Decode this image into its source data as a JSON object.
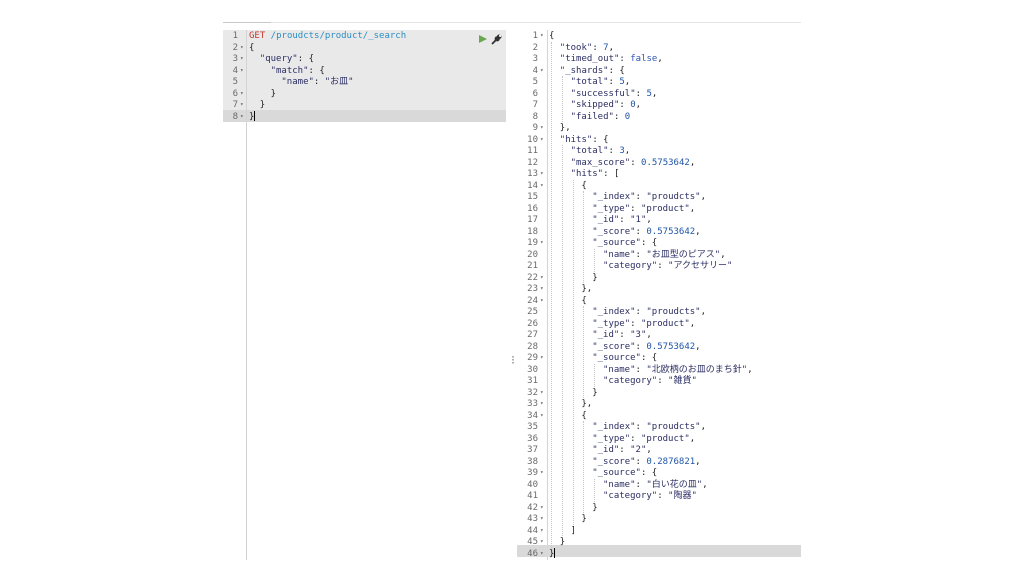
{
  "request": {
    "method": "GET",
    "path": " /proudcts/product/_search",
    "lines": [
      {
        "n": "1",
        "fold": false,
        "indent": 0,
        "parts": [
          [
            "kw-get",
            "GET"
          ],
          [
            "url",
            " /proudcts/product/_search"
          ]
        ]
      },
      {
        "n": "2",
        "fold": true,
        "indent": 0,
        "parts": [
          [
            "punct",
            "{"
          ]
        ]
      },
      {
        "n": "3",
        "fold": true,
        "indent": 1,
        "parts": [
          [
            "key",
            "\"query\""
          ],
          [
            "punct",
            ": {"
          ]
        ]
      },
      {
        "n": "4",
        "fold": true,
        "indent": 2,
        "parts": [
          [
            "key",
            "\"match\""
          ],
          [
            "punct",
            ": {"
          ]
        ]
      },
      {
        "n": "5",
        "fold": false,
        "indent": 3,
        "parts": [
          [
            "key",
            "\"name\""
          ],
          [
            "punct",
            ": "
          ],
          [
            "str",
            "\"お皿\""
          ]
        ]
      },
      {
        "n": "6",
        "fold": true,
        "indent": 2,
        "parts": [
          [
            "punct",
            "}"
          ]
        ]
      },
      {
        "n": "7",
        "fold": true,
        "indent": 1,
        "parts": [
          [
            "punct",
            "}"
          ]
        ]
      },
      {
        "n": "8",
        "fold": true,
        "indent": 0,
        "parts": [
          [
            "punct",
            "}"
          ]
        ],
        "cursor": true
      }
    ]
  },
  "response": {
    "lines": [
      {
        "n": "1",
        "fold": true,
        "indent": 0,
        "parts": [
          [
            "punct",
            "{"
          ]
        ]
      },
      {
        "n": "2",
        "fold": false,
        "indent": 1,
        "parts": [
          [
            "key",
            "\"took\""
          ],
          [
            "punct",
            ": "
          ],
          [
            "num",
            "7"
          ],
          [
            "punct",
            ","
          ]
        ]
      },
      {
        "n": "3",
        "fold": false,
        "indent": 1,
        "parts": [
          [
            "key",
            "\"timed_out\""
          ],
          [
            "punct",
            ": "
          ],
          [
            "bool",
            "false"
          ],
          [
            "punct",
            ","
          ]
        ]
      },
      {
        "n": "4",
        "fold": true,
        "indent": 1,
        "parts": [
          [
            "key",
            "\"_shards\""
          ],
          [
            "punct",
            ": {"
          ]
        ]
      },
      {
        "n": "5",
        "fold": false,
        "indent": 2,
        "parts": [
          [
            "key",
            "\"total\""
          ],
          [
            "punct",
            ": "
          ],
          [
            "num",
            "5"
          ],
          [
            "punct",
            ","
          ]
        ]
      },
      {
        "n": "6",
        "fold": false,
        "indent": 2,
        "parts": [
          [
            "key",
            "\"successful\""
          ],
          [
            "punct",
            ": "
          ],
          [
            "num",
            "5"
          ],
          [
            "punct",
            ","
          ]
        ]
      },
      {
        "n": "7",
        "fold": false,
        "indent": 2,
        "parts": [
          [
            "key",
            "\"skipped\""
          ],
          [
            "punct",
            ": "
          ],
          [
            "num",
            "0"
          ],
          [
            "punct",
            ","
          ]
        ]
      },
      {
        "n": "8",
        "fold": false,
        "indent": 2,
        "parts": [
          [
            "key",
            "\"failed\""
          ],
          [
            "punct",
            ": "
          ],
          [
            "num",
            "0"
          ]
        ]
      },
      {
        "n": "9",
        "fold": true,
        "indent": 1,
        "parts": [
          [
            "punct",
            "},"
          ]
        ]
      },
      {
        "n": "10",
        "fold": true,
        "indent": 1,
        "parts": [
          [
            "key",
            "\"hits\""
          ],
          [
            "punct",
            ": {"
          ]
        ]
      },
      {
        "n": "11",
        "fold": false,
        "indent": 2,
        "parts": [
          [
            "key",
            "\"total\""
          ],
          [
            "punct",
            ": "
          ],
          [
            "num",
            "3"
          ],
          [
            "punct",
            ","
          ]
        ]
      },
      {
        "n": "12",
        "fold": false,
        "indent": 2,
        "parts": [
          [
            "key",
            "\"max_score\""
          ],
          [
            "punct",
            ": "
          ],
          [
            "num",
            "0.5753642"
          ],
          [
            "punct",
            ","
          ]
        ]
      },
      {
        "n": "13",
        "fold": true,
        "indent": 2,
        "parts": [
          [
            "key",
            "\"hits\""
          ],
          [
            "punct",
            ": ["
          ]
        ]
      },
      {
        "n": "14",
        "fold": true,
        "indent": 3,
        "parts": [
          [
            "punct",
            "{"
          ]
        ]
      },
      {
        "n": "15",
        "fold": false,
        "indent": 4,
        "parts": [
          [
            "key",
            "\"_index\""
          ],
          [
            "punct",
            ": "
          ],
          [
            "str",
            "\"proudcts\""
          ],
          [
            "punct",
            ","
          ]
        ]
      },
      {
        "n": "16",
        "fold": false,
        "indent": 4,
        "parts": [
          [
            "key",
            "\"_type\""
          ],
          [
            "punct",
            ": "
          ],
          [
            "str",
            "\"product\""
          ],
          [
            "punct",
            ","
          ]
        ]
      },
      {
        "n": "17",
        "fold": false,
        "indent": 4,
        "parts": [
          [
            "key",
            "\"_id\""
          ],
          [
            "punct",
            ": "
          ],
          [
            "str",
            "\"1\""
          ],
          [
            "punct",
            ","
          ]
        ]
      },
      {
        "n": "18",
        "fold": false,
        "indent": 4,
        "parts": [
          [
            "key",
            "\"_score\""
          ],
          [
            "punct",
            ": "
          ],
          [
            "num",
            "0.5753642"
          ],
          [
            "punct",
            ","
          ]
        ]
      },
      {
        "n": "19",
        "fold": true,
        "indent": 4,
        "parts": [
          [
            "key",
            "\"_source\""
          ],
          [
            "punct",
            ": {"
          ]
        ]
      },
      {
        "n": "20",
        "fold": false,
        "indent": 5,
        "parts": [
          [
            "key",
            "\"name\""
          ],
          [
            "punct",
            ": "
          ],
          [
            "str",
            "\"お皿型のピアス\""
          ],
          [
            "punct",
            ","
          ]
        ]
      },
      {
        "n": "21",
        "fold": false,
        "indent": 5,
        "parts": [
          [
            "key",
            "\"category\""
          ],
          [
            "punct",
            ": "
          ],
          [
            "str",
            "\"アクセサリー\""
          ]
        ]
      },
      {
        "n": "22",
        "fold": true,
        "indent": 4,
        "parts": [
          [
            "punct",
            "}"
          ]
        ]
      },
      {
        "n": "23",
        "fold": true,
        "indent": 3,
        "parts": [
          [
            "punct",
            "},"
          ]
        ]
      },
      {
        "n": "24",
        "fold": true,
        "indent": 3,
        "parts": [
          [
            "punct",
            "{"
          ]
        ]
      },
      {
        "n": "25",
        "fold": false,
        "indent": 4,
        "parts": [
          [
            "key",
            "\"_index\""
          ],
          [
            "punct",
            ": "
          ],
          [
            "str",
            "\"proudcts\""
          ],
          [
            "punct",
            ","
          ]
        ]
      },
      {
        "n": "26",
        "fold": false,
        "indent": 4,
        "parts": [
          [
            "key",
            "\"_type\""
          ],
          [
            "punct",
            ": "
          ],
          [
            "str",
            "\"product\""
          ],
          [
            "punct",
            ","
          ]
        ]
      },
      {
        "n": "27",
        "fold": false,
        "indent": 4,
        "parts": [
          [
            "key",
            "\"_id\""
          ],
          [
            "punct",
            ": "
          ],
          [
            "str",
            "\"3\""
          ],
          [
            "punct",
            ","
          ]
        ]
      },
      {
        "n": "28",
        "fold": false,
        "indent": 4,
        "parts": [
          [
            "key",
            "\"_score\""
          ],
          [
            "punct",
            ": "
          ],
          [
            "num",
            "0.5753642"
          ],
          [
            "punct",
            ","
          ]
        ]
      },
      {
        "n": "29",
        "fold": true,
        "indent": 4,
        "parts": [
          [
            "key",
            "\"_source\""
          ],
          [
            "punct",
            ": {"
          ]
        ]
      },
      {
        "n": "30",
        "fold": false,
        "indent": 5,
        "parts": [
          [
            "key",
            "\"name\""
          ],
          [
            "punct",
            ": "
          ],
          [
            "str",
            "\"北欧柄のお皿のまち針\""
          ],
          [
            "punct",
            ","
          ]
        ]
      },
      {
        "n": "31",
        "fold": false,
        "indent": 5,
        "parts": [
          [
            "key",
            "\"category\""
          ],
          [
            "punct",
            ": "
          ],
          [
            "str",
            "\"雑貨\""
          ]
        ]
      },
      {
        "n": "32",
        "fold": true,
        "indent": 4,
        "parts": [
          [
            "punct",
            "}"
          ]
        ]
      },
      {
        "n": "33",
        "fold": true,
        "indent": 3,
        "parts": [
          [
            "punct",
            "},"
          ]
        ]
      },
      {
        "n": "34",
        "fold": true,
        "indent": 3,
        "parts": [
          [
            "punct",
            "{"
          ]
        ]
      },
      {
        "n": "35",
        "fold": false,
        "indent": 4,
        "parts": [
          [
            "key",
            "\"_index\""
          ],
          [
            "punct",
            ": "
          ],
          [
            "str",
            "\"proudcts\""
          ],
          [
            "punct",
            ","
          ]
        ]
      },
      {
        "n": "36",
        "fold": false,
        "indent": 4,
        "parts": [
          [
            "key",
            "\"_type\""
          ],
          [
            "punct",
            ": "
          ],
          [
            "str",
            "\"product\""
          ],
          [
            "punct",
            ","
          ]
        ]
      },
      {
        "n": "37",
        "fold": false,
        "indent": 4,
        "parts": [
          [
            "key",
            "\"_id\""
          ],
          [
            "punct",
            ": "
          ],
          [
            "str",
            "\"2\""
          ],
          [
            "punct",
            ","
          ]
        ]
      },
      {
        "n": "38",
        "fold": false,
        "indent": 4,
        "parts": [
          [
            "key",
            "\"_score\""
          ],
          [
            "punct",
            ": "
          ],
          [
            "num",
            "0.2876821"
          ],
          [
            "punct",
            ","
          ]
        ]
      },
      {
        "n": "39",
        "fold": true,
        "indent": 4,
        "parts": [
          [
            "key",
            "\"_source\""
          ],
          [
            "punct",
            ": {"
          ]
        ]
      },
      {
        "n": "40",
        "fold": false,
        "indent": 5,
        "parts": [
          [
            "key",
            "\"name\""
          ],
          [
            "punct",
            ": "
          ],
          [
            "str",
            "\"白い花の皿\""
          ],
          [
            "punct",
            ","
          ]
        ]
      },
      {
        "n": "41",
        "fold": false,
        "indent": 5,
        "parts": [
          [
            "key",
            "\"category\""
          ],
          [
            "punct",
            ": "
          ],
          [
            "str",
            "\"陶器\""
          ]
        ]
      },
      {
        "n": "42",
        "fold": true,
        "indent": 4,
        "parts": [
          [
            "punct",
            "}"
          ]
        ]
      },
      {
        "n": "43",
        "fold": true,
        "indent": 3,
        "parts": [
          [
            "punct",
            "}"
          ]
        ]
      },
      {
        "n": "44",
        "fold": true,
        "indent": 2,
        "parts": [
          [
            "punct",
            "]"
          ]
        ]
      },
      {
        "n": "45",
        "fold": true,
        "indent": 1,
        "parts": [
          [
            "punct",
            "}"
          ]
        ]
      },
      {
        "n": "46",
        "fold": true,
        "indent": 0,
        "parts": [
          [
            "punct",
            "}"
          ]
        ],
        "cursor": true
      }
    ]
  },
  "icons": {
    "run": "play-icon",
    "settings": "wrench-icon",
    "divider": "drag-handle-icon"
  },
  "colors": {
    "method": "#c0392b",
    "path": "#2a8fc3",
    "run_icon": "#6aa84f",
    "number": "#1f55a8",
    "string": "#2b2e63"
  }
}
